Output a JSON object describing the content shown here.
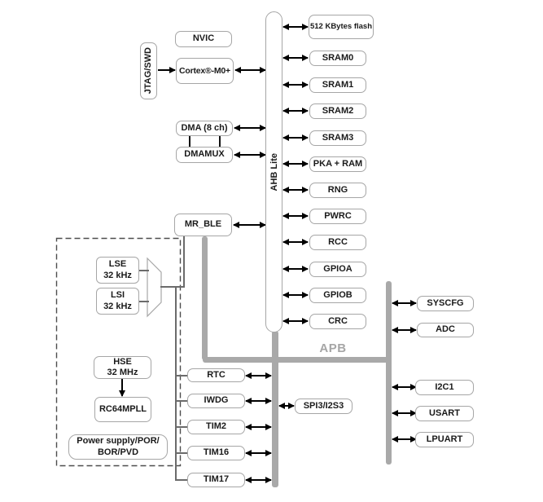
{
  "title": "Microcontroller block diagram",
  "colors": {
    "box_border": "#a6a6a6",
    "bus_gray": "#a9a9a9",
    "arrow_black": "#000000",
    "apb_text_gray": "#a6a6a6",
    "dashed_border": "#4d4d4d",
    "background": "#ffffff"
  },
  "blocks": {
    "jtag": "JTAG/SWD",
    "nvic": "NVIC",
    "cortex": "Cortex®-M0+",
    "dma": "DMA (8 ch)",
    "dmamux": "DMAMUX",
    "mr_ble": "MR_BLE",
    "ahb": "AHB Lite",
    "apb": "APB",
    "flash": "512 KBytes flash",
    "sram0": "SRAM0",
    "sram1": "SRAM1",
    "sram2": "SRAM2",
    "sram3": "SRAM3",
    "pka": "PKA + RAM",
    "rng": "RNG",
    "pwrc": "PWRC",
    "rcc": "RCC",
    "gpioa": "GPIOA",
    "gpiob": "GPIOB",
    "crc": "CRC",
    "lse_name": "LSE",
    "lse_freq": "32 kHz",
    "lsi_name": "LSI",
    "lsi_freq": "32 kHz",
    "hse_name": "HSE",
    "hse_freq": "32 MHz",
    "rc64mpll": "RC64MPLL",
    "power_line1": "Power supply/POR/",
    "power_line2": "BOR/PVD",
    "rtc": "RTC",
    "iwdg": "IWDG",
    "tim2": "TIM2",
    "tim16": "TIM16",
    "tim17": "TIM17",
    "spi3": "SPI3/I2S3",
    "syscfg": "SYSCFG",
    "adc": "ADC",
    "i2c1": "I2C1",
    "usart": "USART",
    "lpuart": "LPUART"
  }
}
